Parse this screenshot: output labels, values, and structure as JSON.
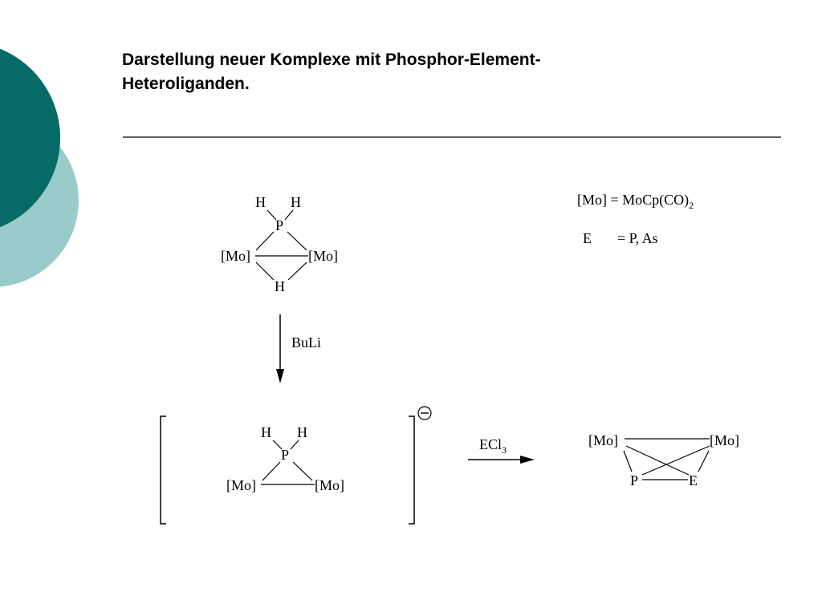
{
  "slide": {
    "title_line1": "Darstellung neuer Komplexe mit Phosphor-Element-",
    "title_line2": "Heteroliganden.",
    "colors": {
      "teal_dark": "#066A67",
      "teal_light": "#9ACBCB",
      "rule": "#000000"
    }
  },
  "legend": {
    "mo_def": "[Mo] = MoCp(CO)",
    "mo_def_sub": "2",
    "e_label": "E",
    "e_def": "= P, As"
  },
  "start": {
    "h_left": "H",
    "h_right": "H",
    "p": "P",
    "mo_left": "[Mo]",
    "mo_right": "[Mo]",
    "h_bridge": "H"
  },
  "reagent1": {
    "label": "BuLi"
  },
  "anion": {
    "h_left": "H",
    "h_right": "H",
    "p": "P",
    "mo_left": "[Mo]",
    "mo_right": "[Mo]",
    "charge": "−"
  },
  "reagent2": {
    "label": "ECl",
    "label_sub": "3"
  },
  "product": {
    "mo_left": "[Mo]",
    "mo_right": "[Mo]",
    "p": "P",
    "e": "E"
  }
}
